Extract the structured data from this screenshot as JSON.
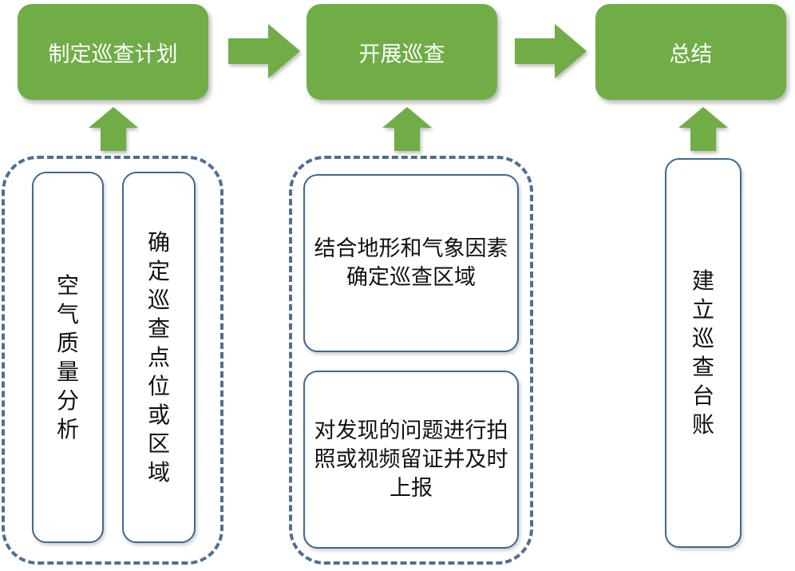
{
  "steps": [
    {
      "label": "制定巡查计划"
    },
    {
      "label": "开展巡查"
    },
    {
      "label": "总结"
    }
  ],
  "plan_details": [
    "空气质量分析",
    "确定巡查点位或区域"
  ],
  "execute_details": [
    "结合地形和气象因素确定巡查区域",
    "对发现的问题进行拍照或视频留证并及时上报"
  ],
  "summary_details": [
    "建立巡查台账"
  ],
  "colors": {
    "accent": "#70ad47",
    "border": "#41678f",
    "dashed": "#4f6f91"
  }
}
